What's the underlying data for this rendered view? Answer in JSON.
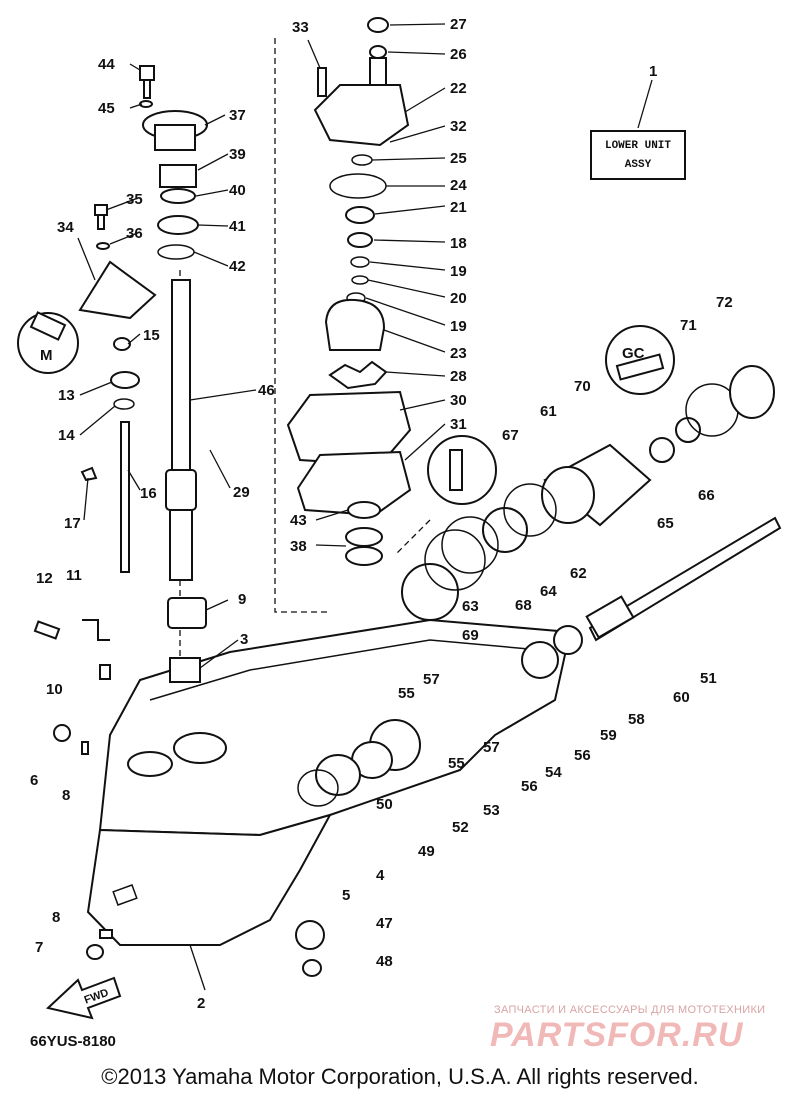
{
  "diagram": {
    "assembly_label_line1": "LOWER UNIT",
    "assembly_label_line2": "ASSY",
    "diagram_code": "66YUS-8180",
    "fwd_label": "FWD",
    "copyright": "©2013 Yamaha Motor Corporation, U.S.A. All rights reserved.",
    "watermark_small": "ЗАПЧАСТИ И АКСЕССУАРЫ ДЛЯ МОТОТЕХНИКИ",
    "watermark_big": "PARTSFOR.RU",
    "inset_letter_m": "M",
    "inset_letter_gc": "GC",
    "callouts": [
      "1",
      "2",
      "3",
      "4",
      "5",
      "6",
      "7",
      "8",
      "8",
      "9",
      "10",
      "11",
      "12",
      "13",
      "14",
      "15",
      "16",
      "17",
      "18",
      "19",
      "19",
      "20",
      "21",
      "22",
      "23",
      "24",
      "25",
      "26",
      "27",
      "28",
      "29",
      "30",
      "31",
      "32",
      "33",
      "34",
      "35",
      "36",
      "37",
      "38",
      "39",
      "40",
      "41",
      "42",
      "43",
      "44",
      "45",
      "46",
      "47",
      "48",
      "49",
      "50",
      "51",
      "52",
      "53",
      "54",
      "55",
      "55",
      "56",
      "56",
      "57",
      "57",
      "58",
      "59",
      "60",
      "61",
      "62",
      "63",
      "64",
      "65",
      "66",
      "67",
      "68",
      "69",
      "70",
      "71",
      "72"
    ]
  }
}
